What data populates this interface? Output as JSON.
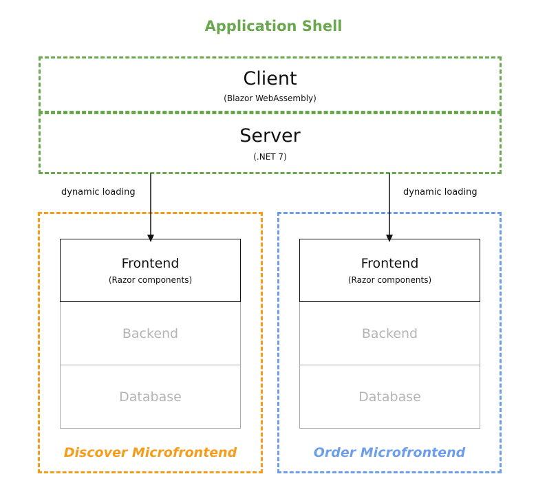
{
  "shell": {
    "title": "Application Shell",
    "client": {
      "label": "Client",
      "sublabel": "(Blazor WebAssembly)"
    },
    "server": {
      "label": "Server",
      "sublabel": "(.NET 7)"
    }
  },
  "edges": {
    "left_label": "dynamic loading",
    "right_label": "dynamic loading"
  },
  "microfrontends": [
    {
      "title": "Discover Microfrontend",
      "color": "#f59c1a",
      "frontend": {
        "label": "Frontend",
        "sublabel": "(Razor components)"
      },
      "backend": "Backend",
      "database": "Database"
    },
    {
      "title": "Order Microfrontend",
      "color": "#6d9eeb",
      "frontend": {
        "label": "Frontend",
        "sublabel": "(Razor components)"
      },
      "backend": "Backend",
      "database": "Database"
    }
  ],
  "colors": {
    "shell": "#6aa84f",
    "discover": "#f59c1a",
    "order": "#6d9eeb",
    "muted_text": "#b5b5b5"
  }
}
